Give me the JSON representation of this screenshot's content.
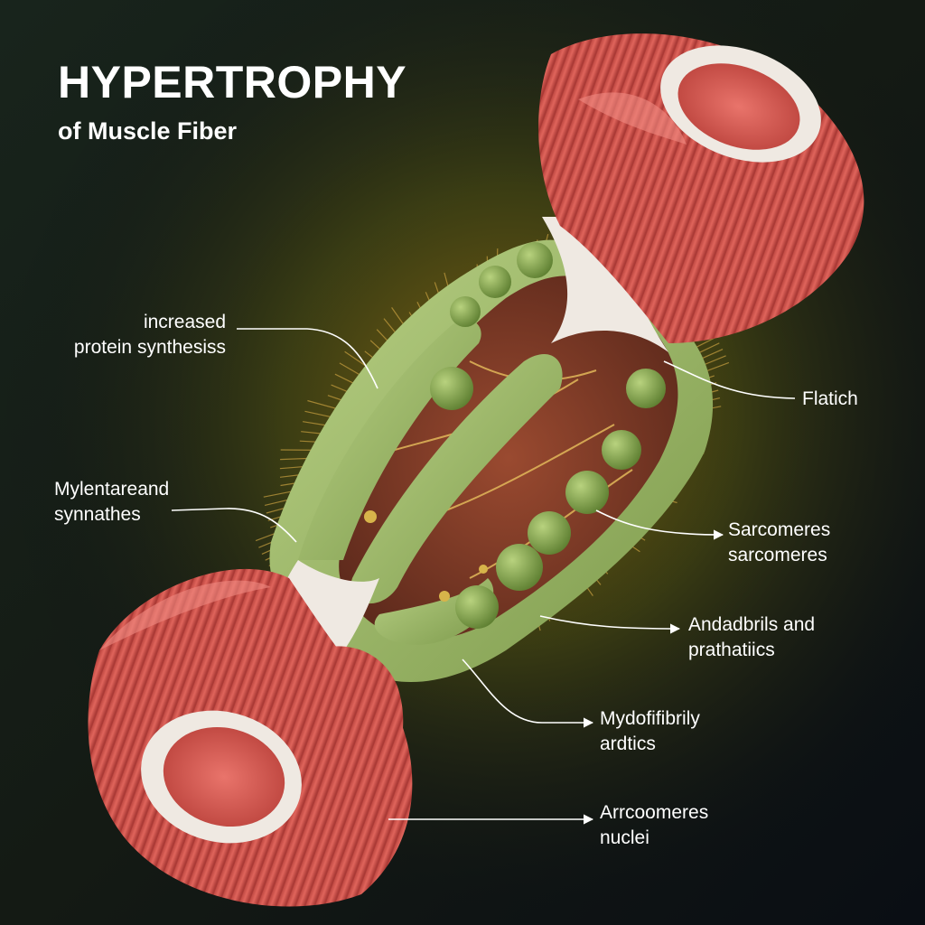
{
  "title": "HYPERTROPHY",
  "subtitle": "of Muscle Fiber",
  "labels": [
    {
      "lines": [
        "increased",
        "protein synthesiss"
      ]
    },
    {
      "lines": [
        "Mylentareand",
        "synnathes"
      ]
    },
    {
      "lines": [
        "Flatich"
      ]
    },
    {
      "lines": [
        "Sarcomeres",
        "sarcomeres"
      ]
    },
    {
      "lines": [
        "Andadbrils and",
        "prathatiics"
      ]
    },
    {
      "lines": [
        "Mydofifibrily",
        "ardtics"
      ]
    },
    {
      "lines": [
        "Arrcoomeres",
        "nuclei"
      ]
    }
  ],
  "colors": {
    "background": "#0c1116",
    "glow": "#8a6a12",
    "muscle": "#d9574f",
    "muscle_dark": "#a83834",
    "sheath": "#9fbd6a",
    "interior": "#7a3a28",
    "tendon": "#efe9e2",
    "text": "#ffffff"
  }
}
